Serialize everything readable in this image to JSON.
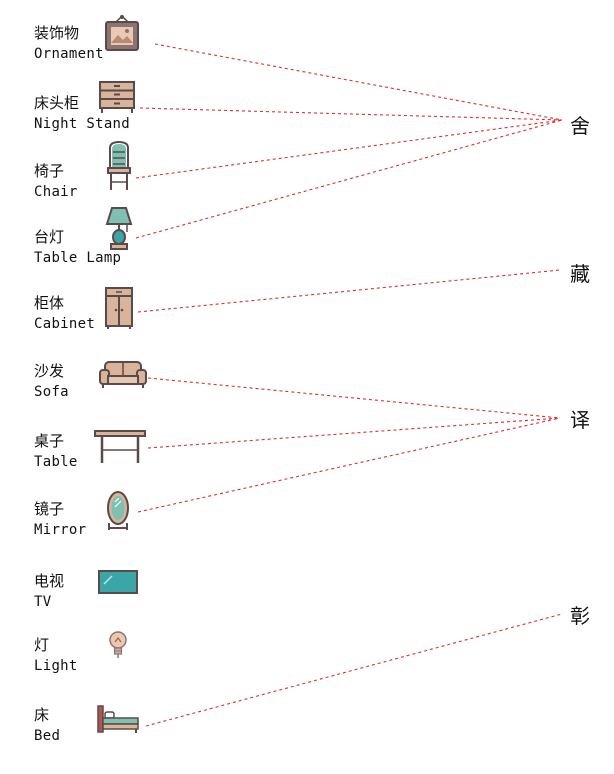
{
  "items": [
    {
      "zh": "装饰物",
      "en": "Ornament",
      "icon": "picture-frame-icon"
    },
    {
      "zh": "床头柜",
      "en": "Night Stand",
      "icon": "night-stand-icon"
    },
    {
      "zh": "椅子",
      "en": "Chair",
      "icon": "chair-icon"
    },
    {
      "zh": "台灯",
      "en": "Table Lamp",
      "icon": "table-lamp-icon"
    },
    {
      "zh": "柜体",
      "en": "Cabinet",
      "icon": "cabinet-icon"
    },
    {
      "zh": "沙发",
      "en": "Sofa",
      "icon": "sofa-icon"
    },
    {
      "zh": "桌子",
      "en": "Table",
      "icon": "table-icon"
    },
    {
      "zh": "镜子",
      "en": "Mirror",
      "icon": "mirror-icon"
    },
    {
      "zh": "电视",
      "en": "TV",
      "icon": "tv-icon"
    },
    {
      "zh": "灯",
      "en": "Light",
      "icon": "light-bulb-icon"
    },
    {
      "zh": "床",
      "en": "Bed",
      "icon": "bed-icon"
    }
  ],
  "categories": [
    "舍",
    "藏",
    "译",
    "彰"
  ],
  "connections": [
    {
      "item": 0,
      "category": 0
    },
    {
      "item": 1,
      "category": 0
    },
    {
      "item": 2,
      "category": 0
    },
    {
      "item": 3,
      "category": 0
    },
    {
      "item": 4,
      "category": 1
    },
    {
      "item": 5,
      "category": 2
    },
    {
      "item": 6,
      "category": 2
    },
    {
      "item": 7,
      "category": 2
    },
    {
      "item": 10,
      "category": 3
    }
  ],
  "colors": {
    "line": "#d9302c",
    "outline": "#5a4a4a",
    "wood": "#d8b49a",
    "mint": "#7fc0b3",
    "teal": "#3aa6a8",
    "frame": "#8b7472"
  }
}
